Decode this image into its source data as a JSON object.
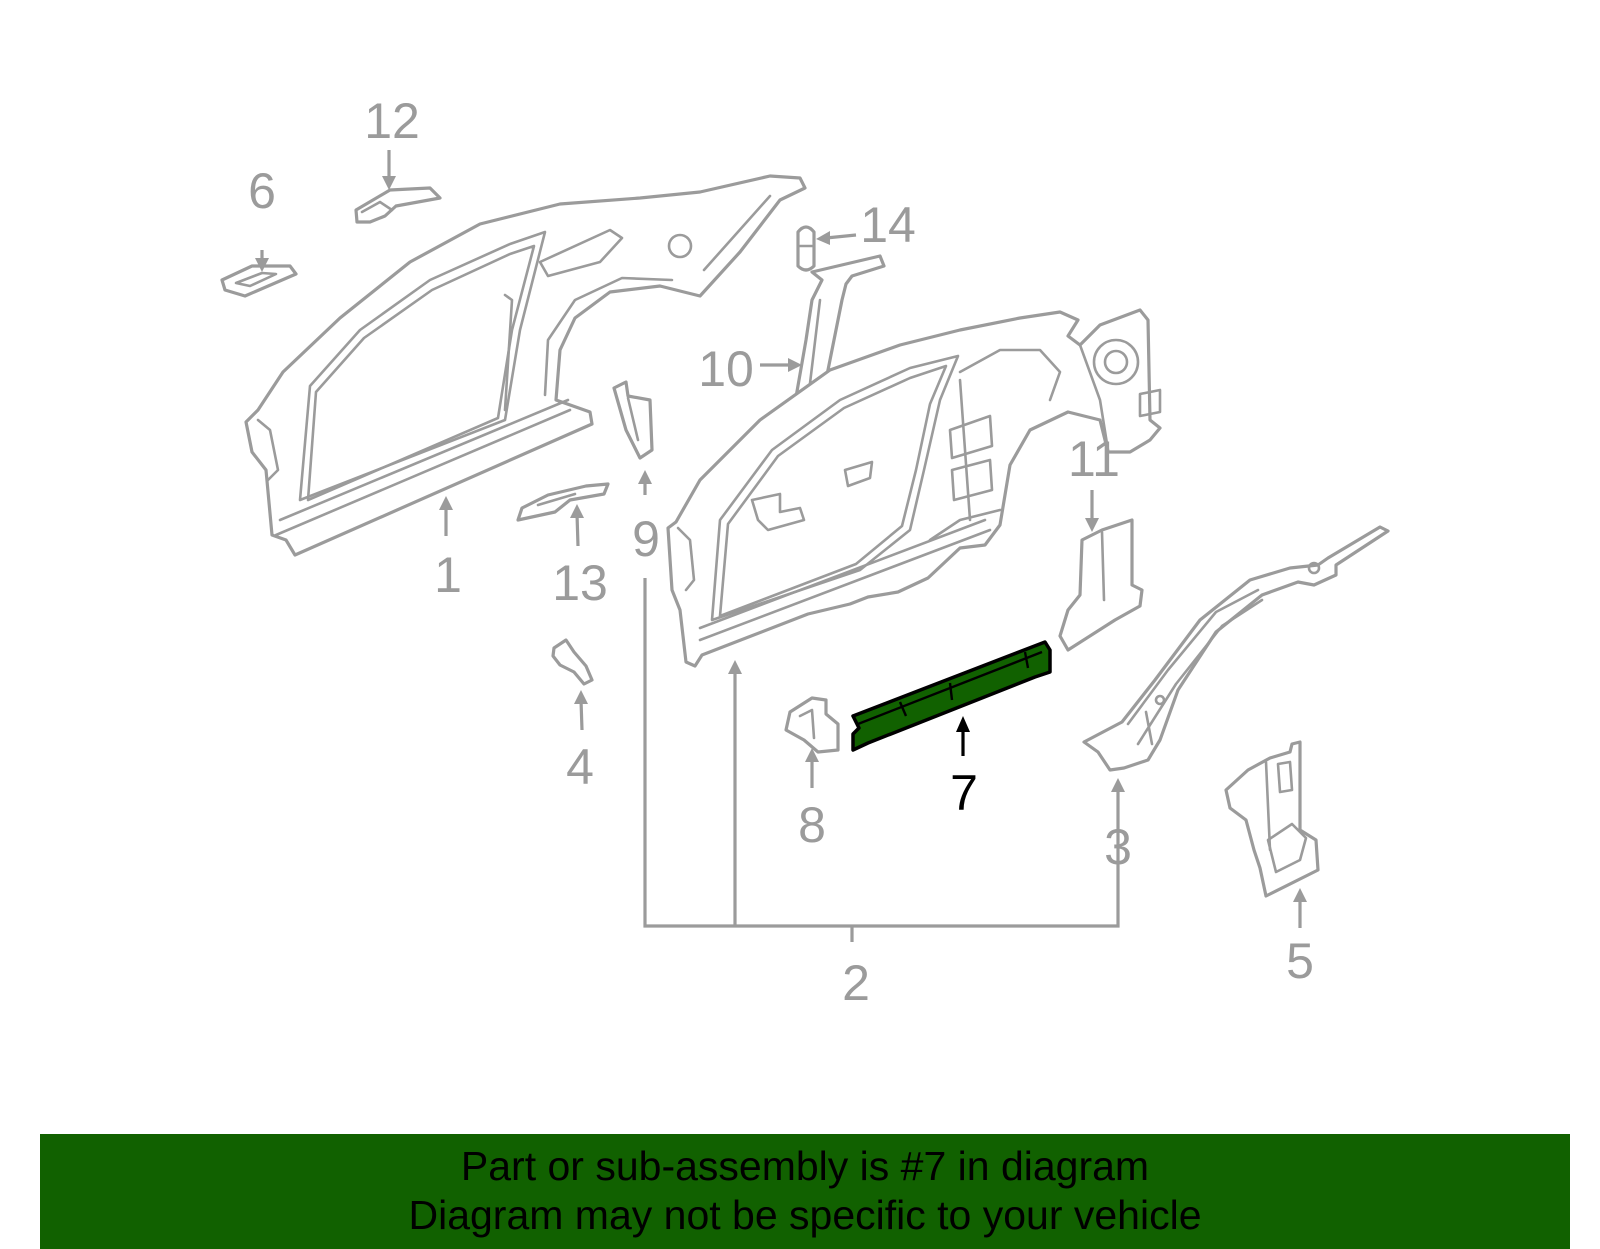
{
  "callouts": {
    "c1": "1",
    "c2": "2",
    "c3": "3",
    "c4": "4",
    "c5": "5",
    "c6": "6",
    "c7": "7",
    "c8": "8",
    "c9": "9",
    "c10": "10",
    "c11": "11",
    "c12": "12",
    "c13": "13",
    "c14": "14"
  },
  "highlighted_part": "7",
  "banner": {
    "line1": "Part or sub-assembly is #7 in diagram",
    "line2": "Diagram may not be specific to your vehicle"
  },
  "colors": {
    "highlight_fill": "#116100",
    "banner_background": "#116100",
    "line_art": "#9b9b9b",
    "active_callout": "#000000"
  }
}
